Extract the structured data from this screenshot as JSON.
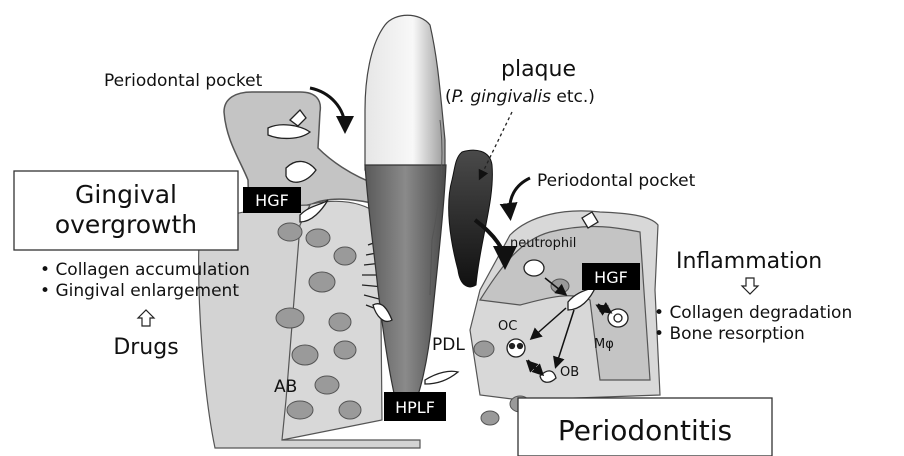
{
  "labels": {
    "periodontal_pocket_left": "Periodontal pocket",
    "periodontal_pocket_right": "Periodontal pocket",
    "plaque": "plaque",
    "plaque_species": "P. gingivalis",
    "plaque_species_suffix": " etc.)",
    "plaque_paren_open": "(",
    "hgf_left": "HGF",
    "hgf_right": "HGF",
    "hplf": "HPLF",
    "neutrophil": "neutrophil",
    "oc": "OC",
    "ob": "OB",
    "pdl": "PDL",
    "ab": "AB",
    "macrophage": "Mφ"
  },
  "gingival_box": {
    "line1": "Gingival",
    "line2": "overgrowth"
  },
  "gingival_effects": [
    "Collagen accumulation",
    "Gingival enlargement"
  ],
  "drugs": "Drugs",
  "inflammation": {
    "title": "Inflammation",
    "effects": [
      "Collagen degradation",
      "Bone resorption"
    ]
  },
  "periodontitis": "Periodontitis",
  "colors": {
    "black_label": "#000000",
    "tissue": "#c4c4c4",
    "bone_spot": "#9a9a9a",
    "root": "#6e6e6e",
    "plaque": "#333333"
  }
}
